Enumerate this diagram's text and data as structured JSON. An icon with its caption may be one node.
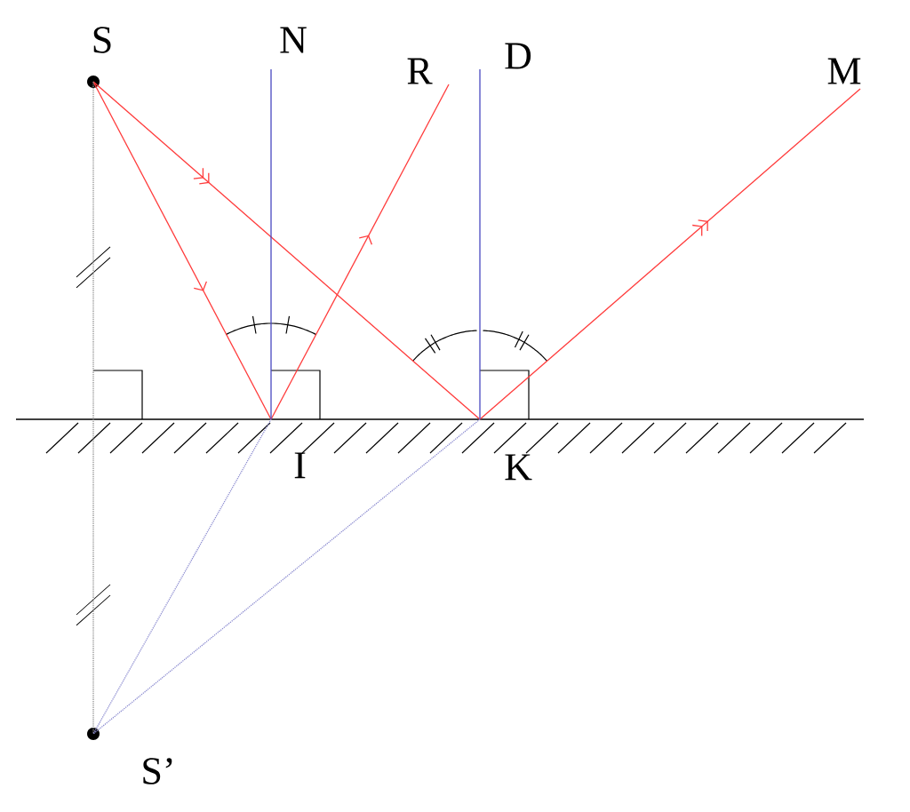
{
  "diagram": {
    "nodes": [
      {
        "text": [
          "S"
        ]
      },
      {
        "text": [
          "N"
        ]
      },
      {
        "text": [
          "R"
        ]
      },
      {
        "text": [
          "D"
        ]
      },
      {
        "text": [
          "M"
        ]
      },
      {
        "text": [
          "I"
        ]
      },
      {
        "text": [
          "K"
        ]
      },
      {
        "text": [
          "S’"
        ]
      }
    ],
    "edges": [
      {
        "from": 0,
        "to": 5,
        "arrow": "to"
      },
      {
        "from": 5,
        "to": 2,
        "arrow": "to"
      },
      {
        "from": 0,
        "to": 6,
        "arrow": "to"
      },
      {
        "from": 6,
        "to": 4,
        "arrow": "to"
      },
      {
        "from": 5,
        "to": 1,
        "arrow": "none",
        "color": "#4848c0"
      },
      {
        "from": 6,
        "to": 3,
        "arrow": "none",
        "color": "#4848c0"
      },
      {
        "from": 0,
        "to": 7,
        "arrow": "none",
        "style": "dashed",
        "color": "#909090"
      },
      {
        "from": 5,
        "to": 7,
        "arrow": "none",
        "style": "dashed",
        "color": "#8c8cd0"
      },
      {
        "from": 6,
        "to": 7,
        "arrow": "none",
        "style": "dashed",
        "color": "#8c8cd0"
      }
    ]
  }
}
